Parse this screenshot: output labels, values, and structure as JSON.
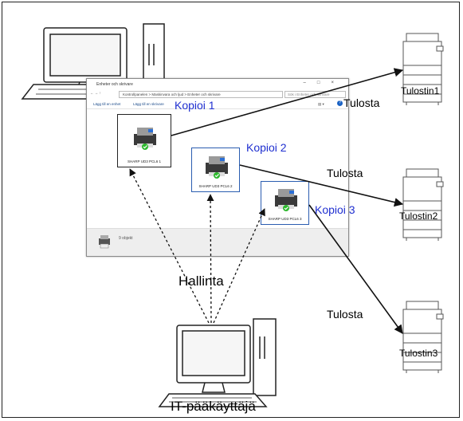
{
  "window": {
    "title": "Enheter och skrivare",
    "address": "Kontrollpanelen  >  Maskinvara och ljud  >  Enheter och skrivare",
    "search_placeholder": "Sök i Enheter och skrivare",
    "toolbar": [
      "Lägg till en enhet",
      "Lägg till en skrivare"
    ],
    "status_count": "9 objekt"
  },
  "copies": [
    {
      "label": "Kopioi 1",
      "device": "SHARP UD3 PCL6 1"
    },
    {
      "label": "Kopioi 2",
      "device": "SHARP UD3 PCL6 2"
    },
    {
      "label": "Kopioi 3",
      "device": "SHARP UD3 PCL6 3"
    }
  ],
  "printers": [
    "Tulostin1",
    "Tulostin2",
    "Tulostin3"
  ],
  "print_label": "Tulosta",
  "manage_label": "Hallinta",
  "admin_label": "IT-pääkäyttäjä",
  "colors": {
    "copy_label": "#1f2fd0",
    "check": "#2db82d"
  }
}
